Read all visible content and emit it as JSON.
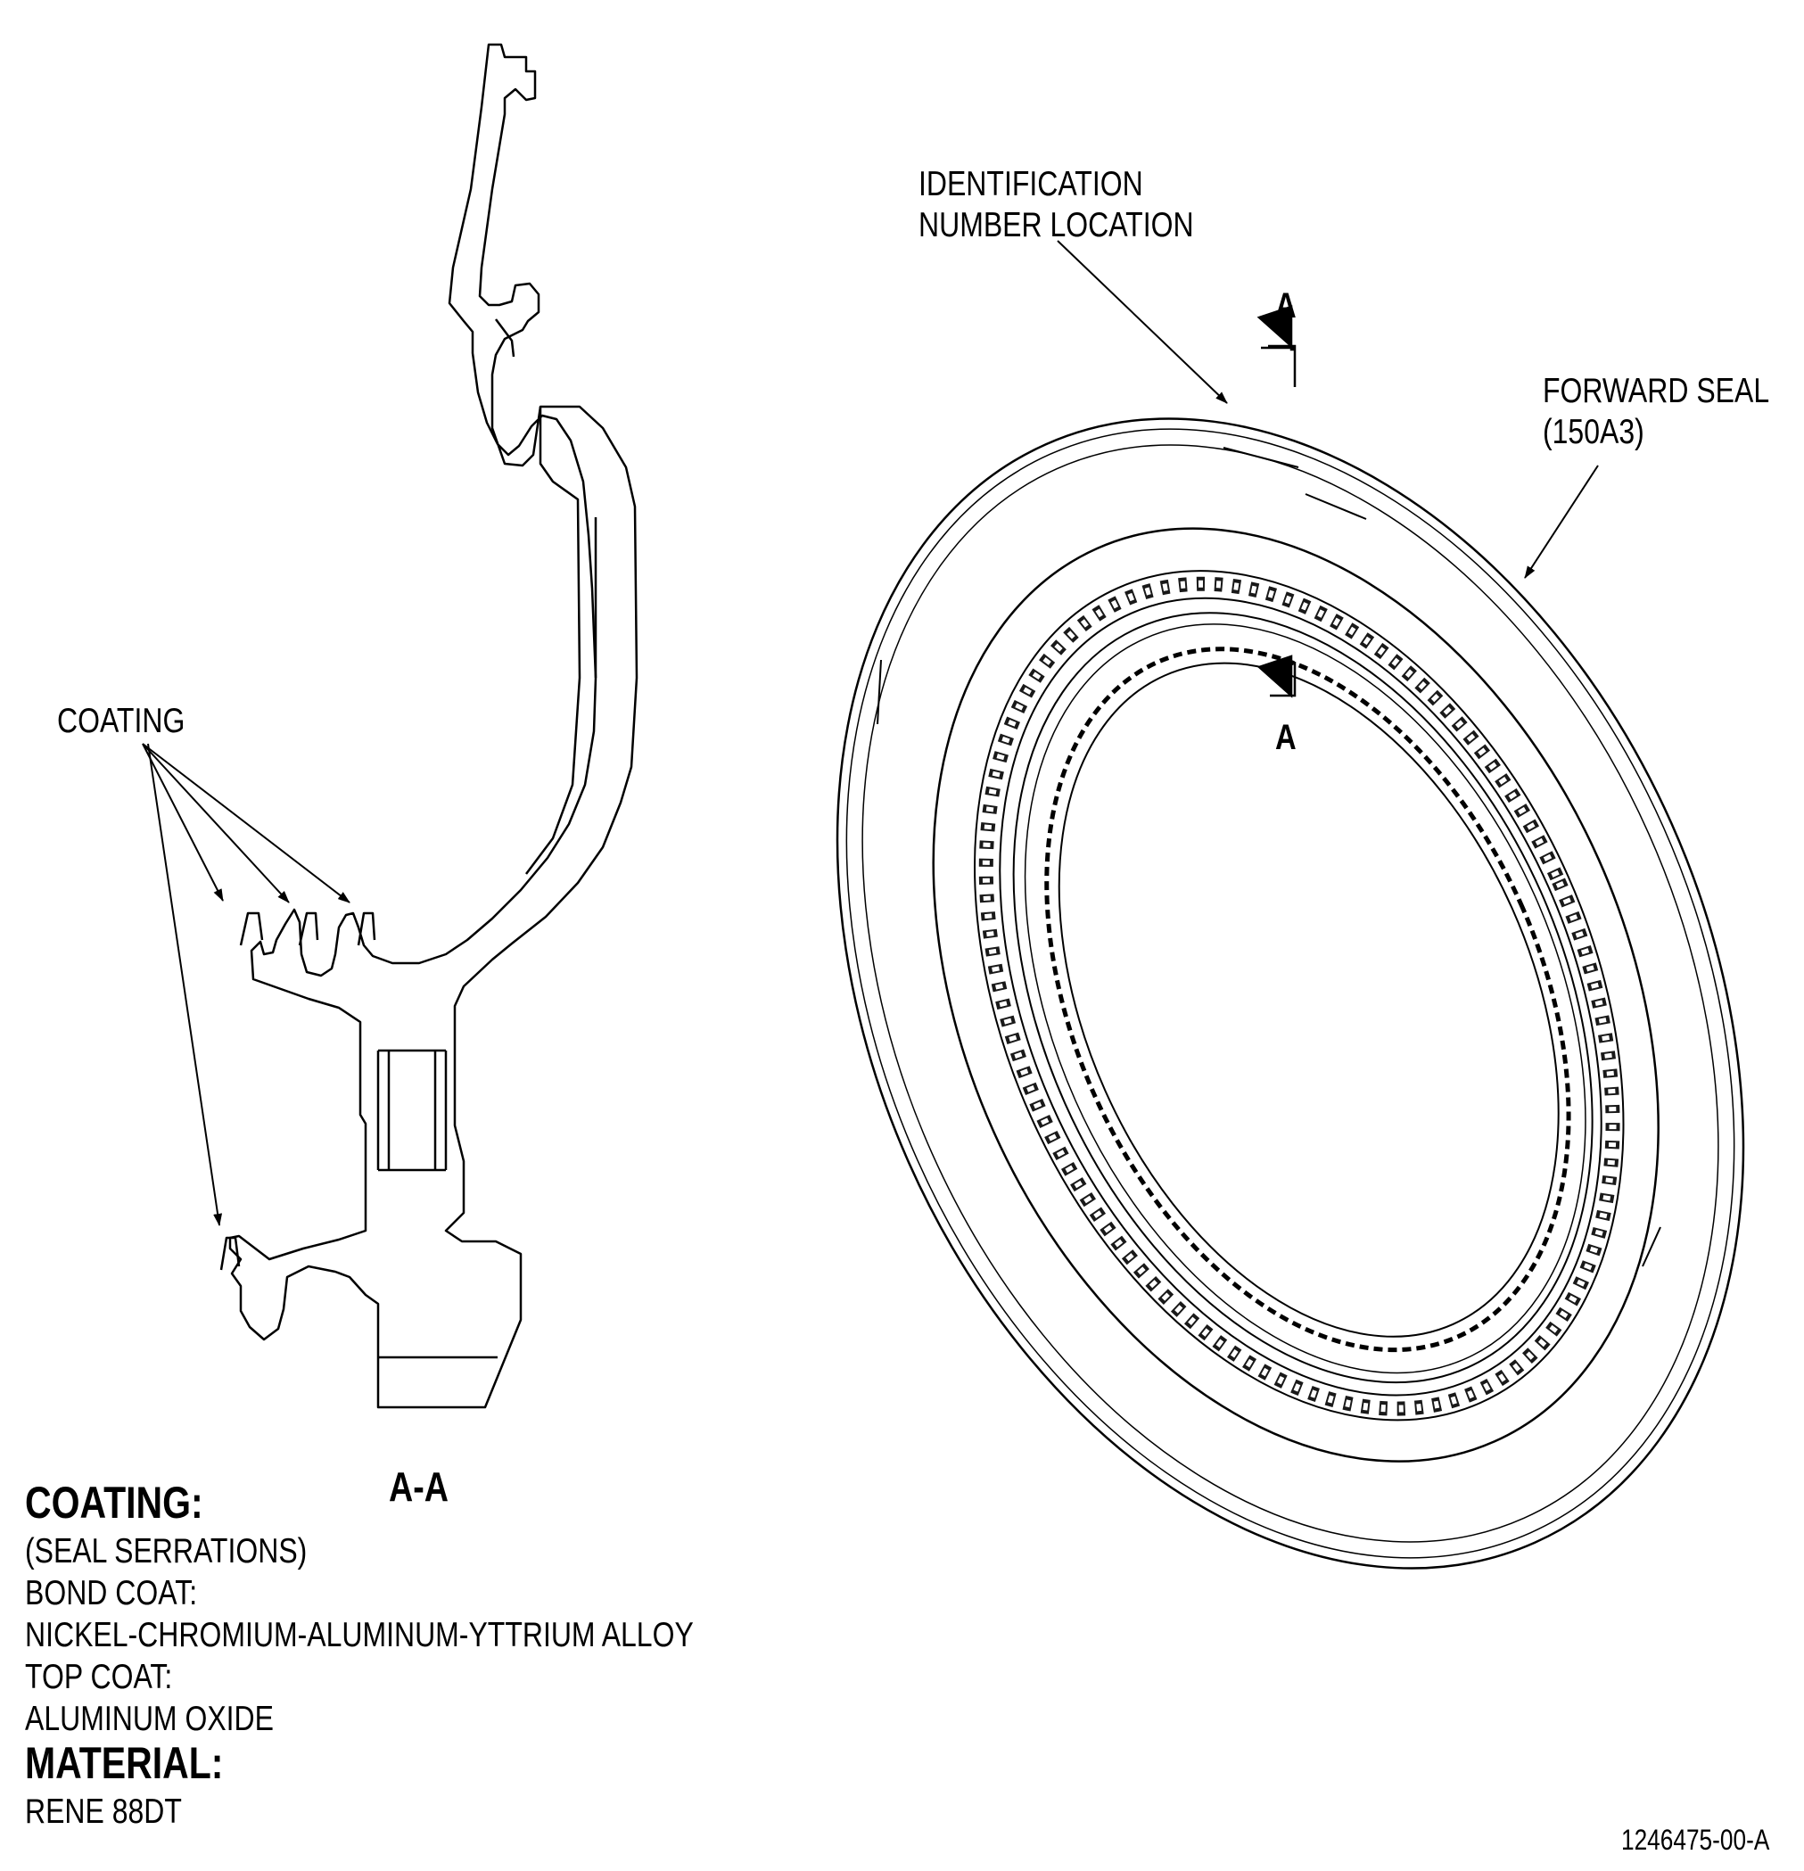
{
  "callouts": {
    "identification": [
      "IDENTIFICATION",
      "NUMBER LOCATION"
    ],
    "forward_seal": [
      "FORWARD SEAL",
      "(150A3)"
    ],
    "coating": "COATING",
    "section_letter_top": "A",
    "section_letter_bottom": "A",
    "section_view": "A-A"
  },
  "coating_spec": {
    "heading": "COATING:",
    "lines": [
      "(SEAL SERRATIONS)",
      "BOND COAT:",
      "NICKEL-CHROMIUM-ALUMINUM-YTTRIUM ALLOY",
      "TOP COAT:",
      "ALUMINUM OXIDE"
    ]
  },
  "material_spec": {
    "heading": "MATERIAL:",
    "value": "RENE 88DT"
  },
  "figure_number": "1246475-00-A",
  "colors": {
    "ink": "#000000",
    "paper": "#ffffff"
  }
}
